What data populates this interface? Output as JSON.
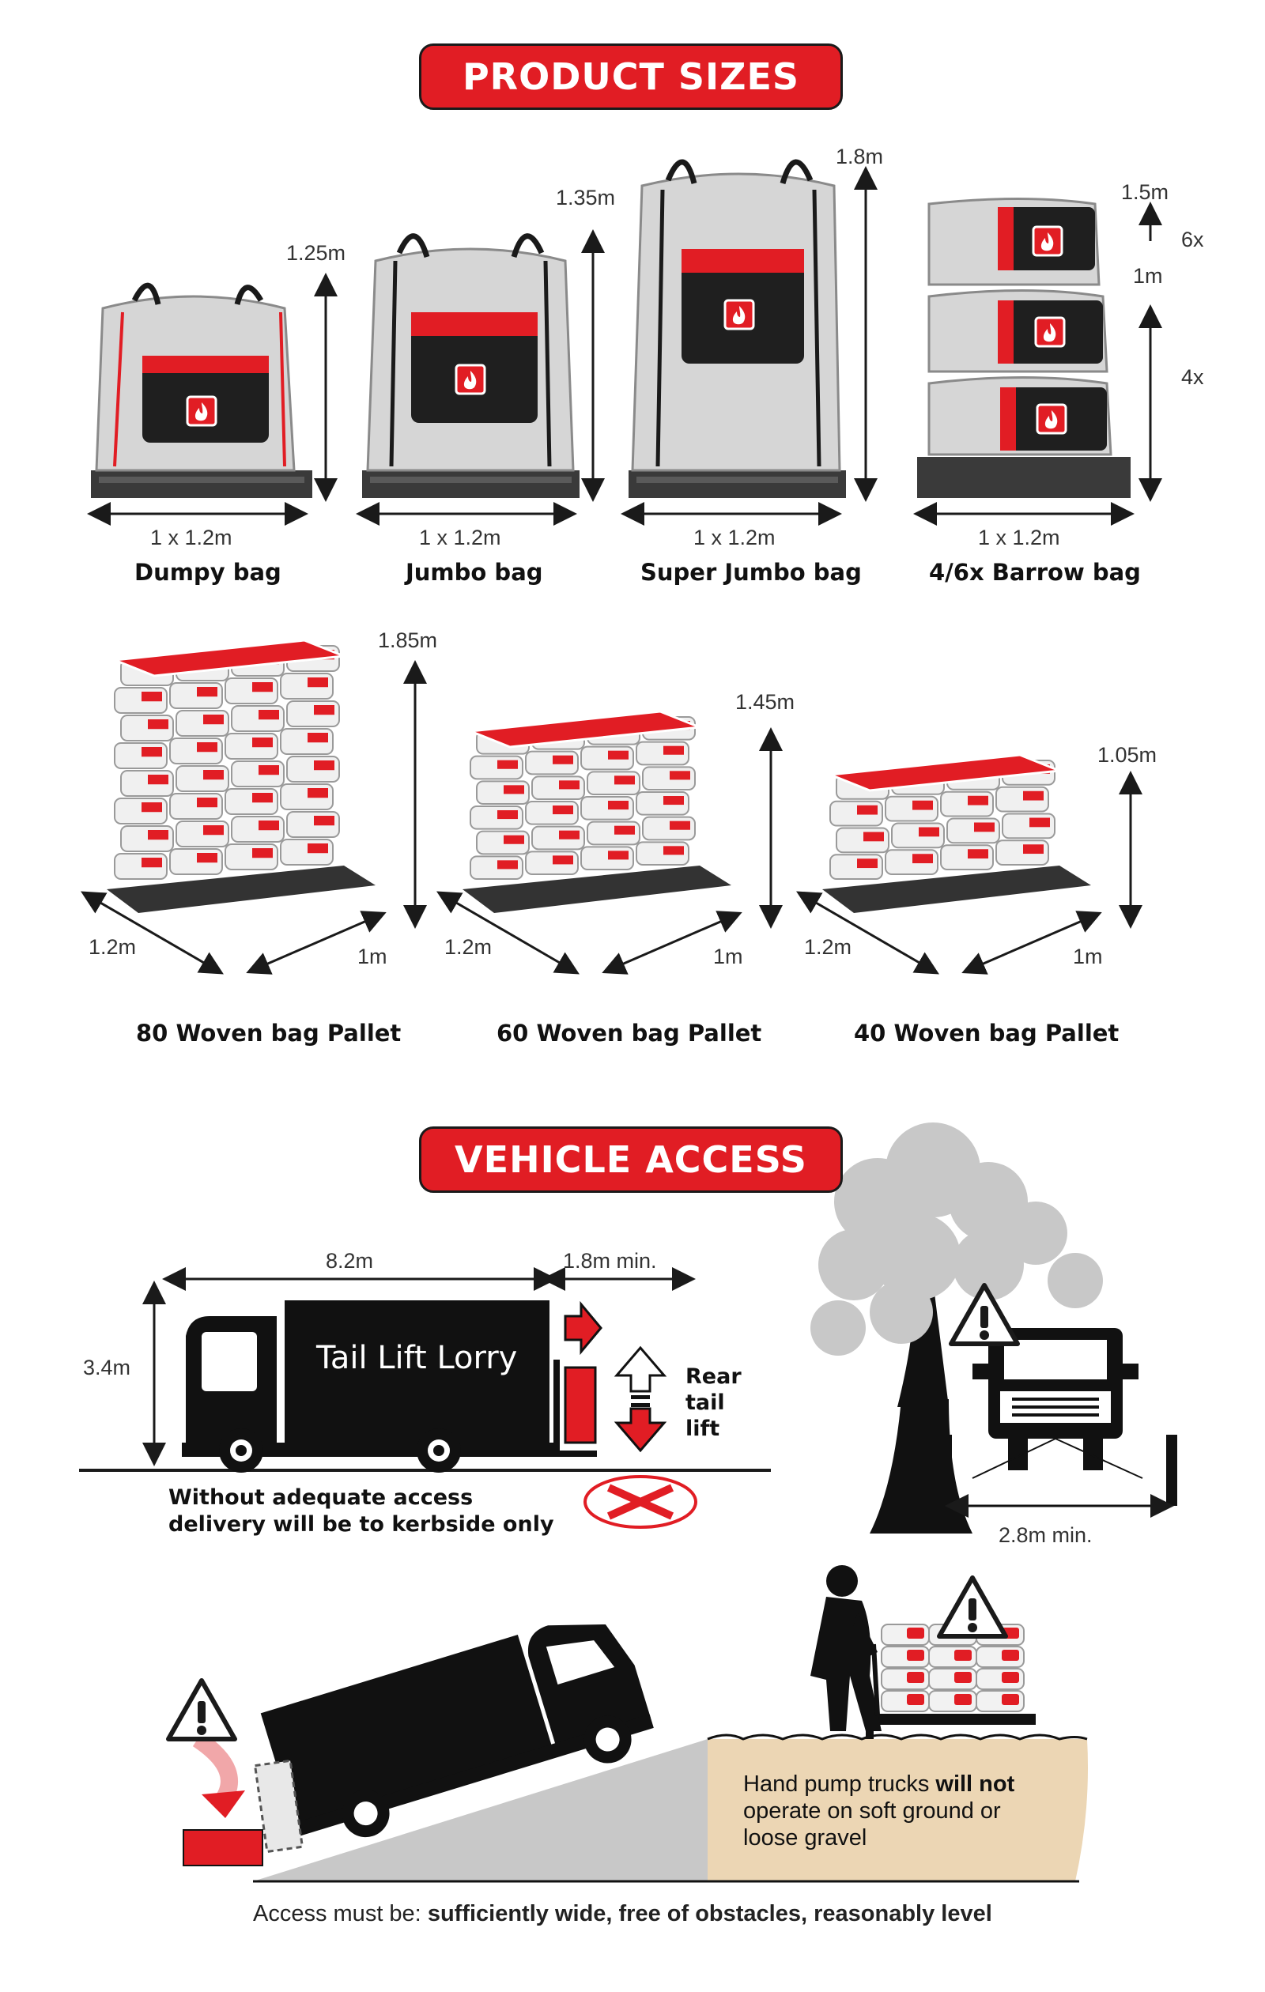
{
  "headings": {
    "product_sizes": "PRODUCT SIZES",
    "vehicle_access": "VEHICLE ACCESS"
  },
  "bags": [
    {
      "name": "Dumpy bag",
      "base": "1 x 1.2m",
      "height": "1.25m"
    },
    {
      "name": "Jumbo bag",
      "base": "1 x 1.2m",
      "height": "1.35m"
    },
    {
      "name": "Super Jumbo bag",
      "base": "1 x 1.2m",
      "height": "1.8m"
    },
    {
      "name": "4/6x Barrow bag",
      "base": "1 x 1.2m",
      "height_6x": "1.5m",
      "height_4x": "1m",
      "label_6x": "6x",
      "label_4x": "4x"
    }
  ],
  "pallets": [
    {
      "name": "80 Woven bag Pallet",
      "height": "1.85m",
      "length": "1.2m",
      "width": "1m"
    },
    {
      "name": "60 Woven bag Pallet",
      "height": "1.45m",
      "length": "1.2m",
      "width": "1m"
    },
    {
      "name": "40 Woven bag Pallet",
      "height": "1.05m",
      "length": "1.2m",
      "width": "1m"
    }
  ],
  "vehicle": {
    "lorry_label": "Tail Lift Lorry",
    "length": "8.2m",
    "clearance": "1.8m min.",
    "height": "3.4m",
    "rear_lift": [
      "Rear",
      "tail",
      "lift"
    ],
    "kerbside_note": [
      "Without adequate access",
      "delivery will be to kerbside only"
    ],
    "width_min": "2.8m min."
  },
  "hand_pump": {
    "line1_pre": "Hand pump trucks ",
    "line1_bold": "will not",
    "line2": "operate on soft ground or",
    "line3": "loose gravel"
  },
  "footer": {
    "prefix": "Access must be: ",
    "bold": "sufficiently wide, free of obstacles, reasonably level"
  },
  "colors": {
    "accent": "#e11d24",
    "dark": "#1a1a1a",
    "sand": "#ecd6b4",
    "grey": "#c8c8c8"
  }
}
